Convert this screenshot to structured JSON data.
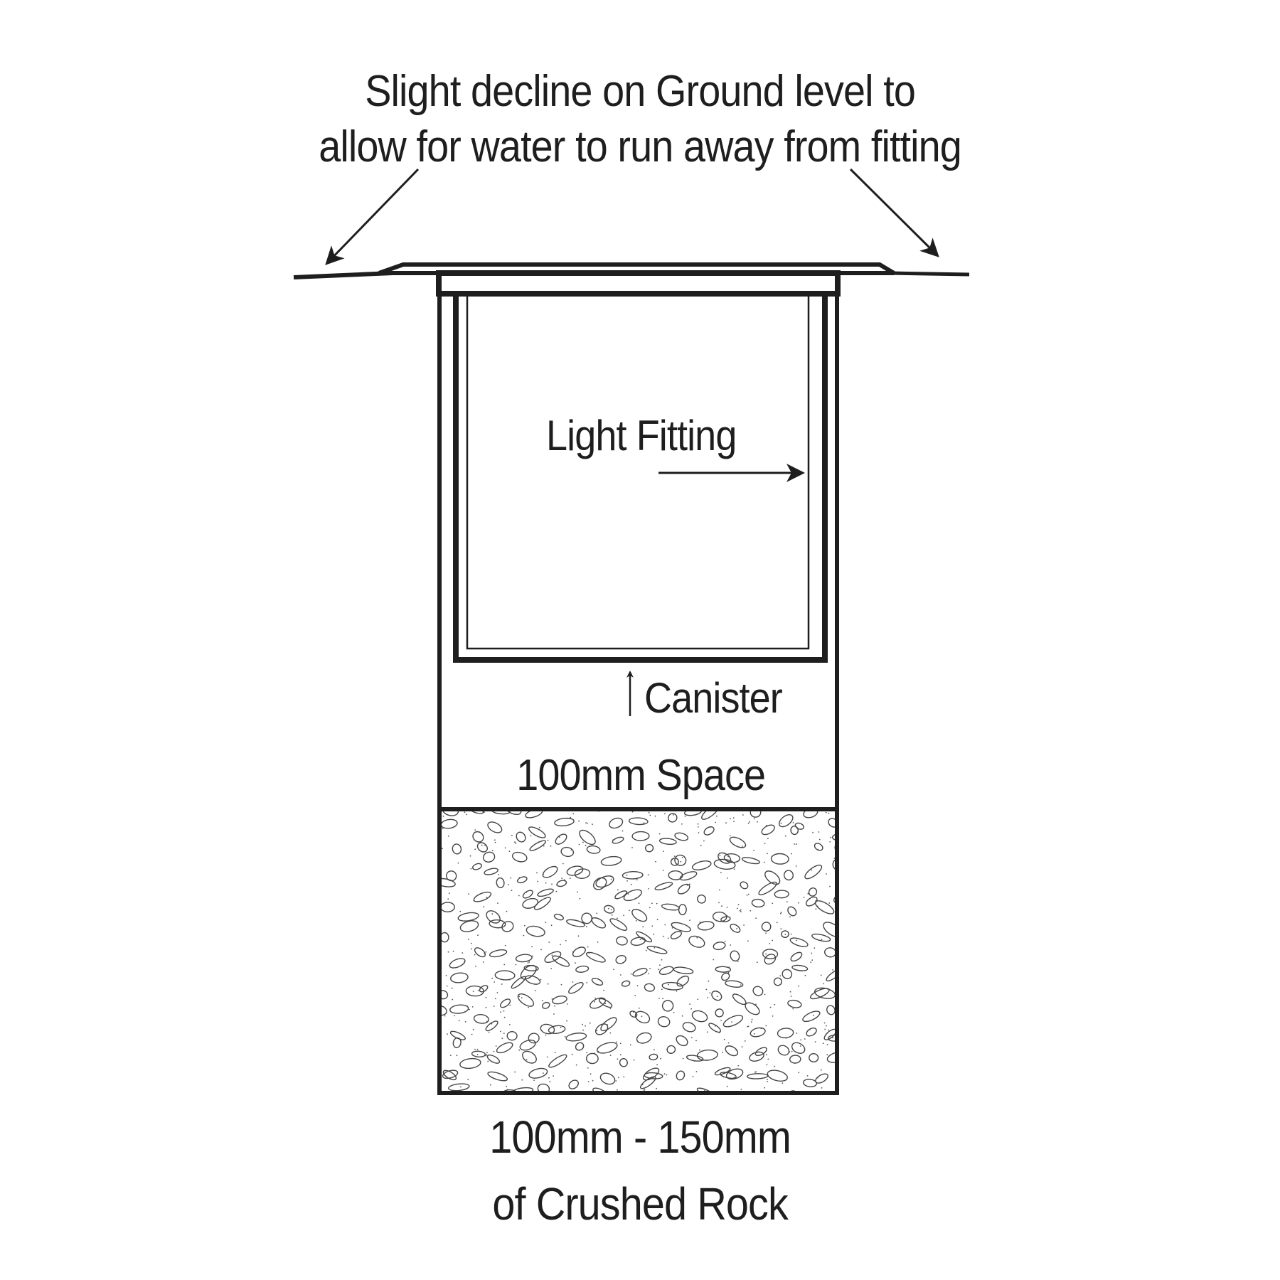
{
  "diagram": {
    "title": "Light fitting ground installation cross-section",
    "annotations": {
      "ground_note_line1": "Slight decline on Ground level to",
      "ground_note_line2": "allow for water to run away from fitting",
      "light_fitting": "Light Fitting",
      "canister": "Canister",
      "space": "100mm Space",
      "rock_line1": "100mm - 150mm",
      "rock_line2": "of Crushed Rock"
    },
    "components": [
      {
        "name": "ground-level",
        "description": "Ground surface sloping slightly away from fitting"
      },
      {
        "name": "flange-cap",
        "description": "Top cap / bezel of fitting"
      },
      {
        "name": "outer-housing",
        "description": "Outer hole / housing walls"
      },
      {
        "name": "canister",
        "description": "Canister sleeve"
      },
      {
        "name": "light-fitting",
        "description": "Light fitting body inside canister"
      },
      {
        "name": "space-100mm",
        "description": "100mm empty space below canister"
      },
      {
        "name": "crushed-rock",
        "description": "100mm-150mm crushed rock base layer"
      }
    ],
    "colors": {
      "line": "#1e1e1e",
      "rock_outline": "#444444",
      "background": "#ffffff"
    }
  }
}
